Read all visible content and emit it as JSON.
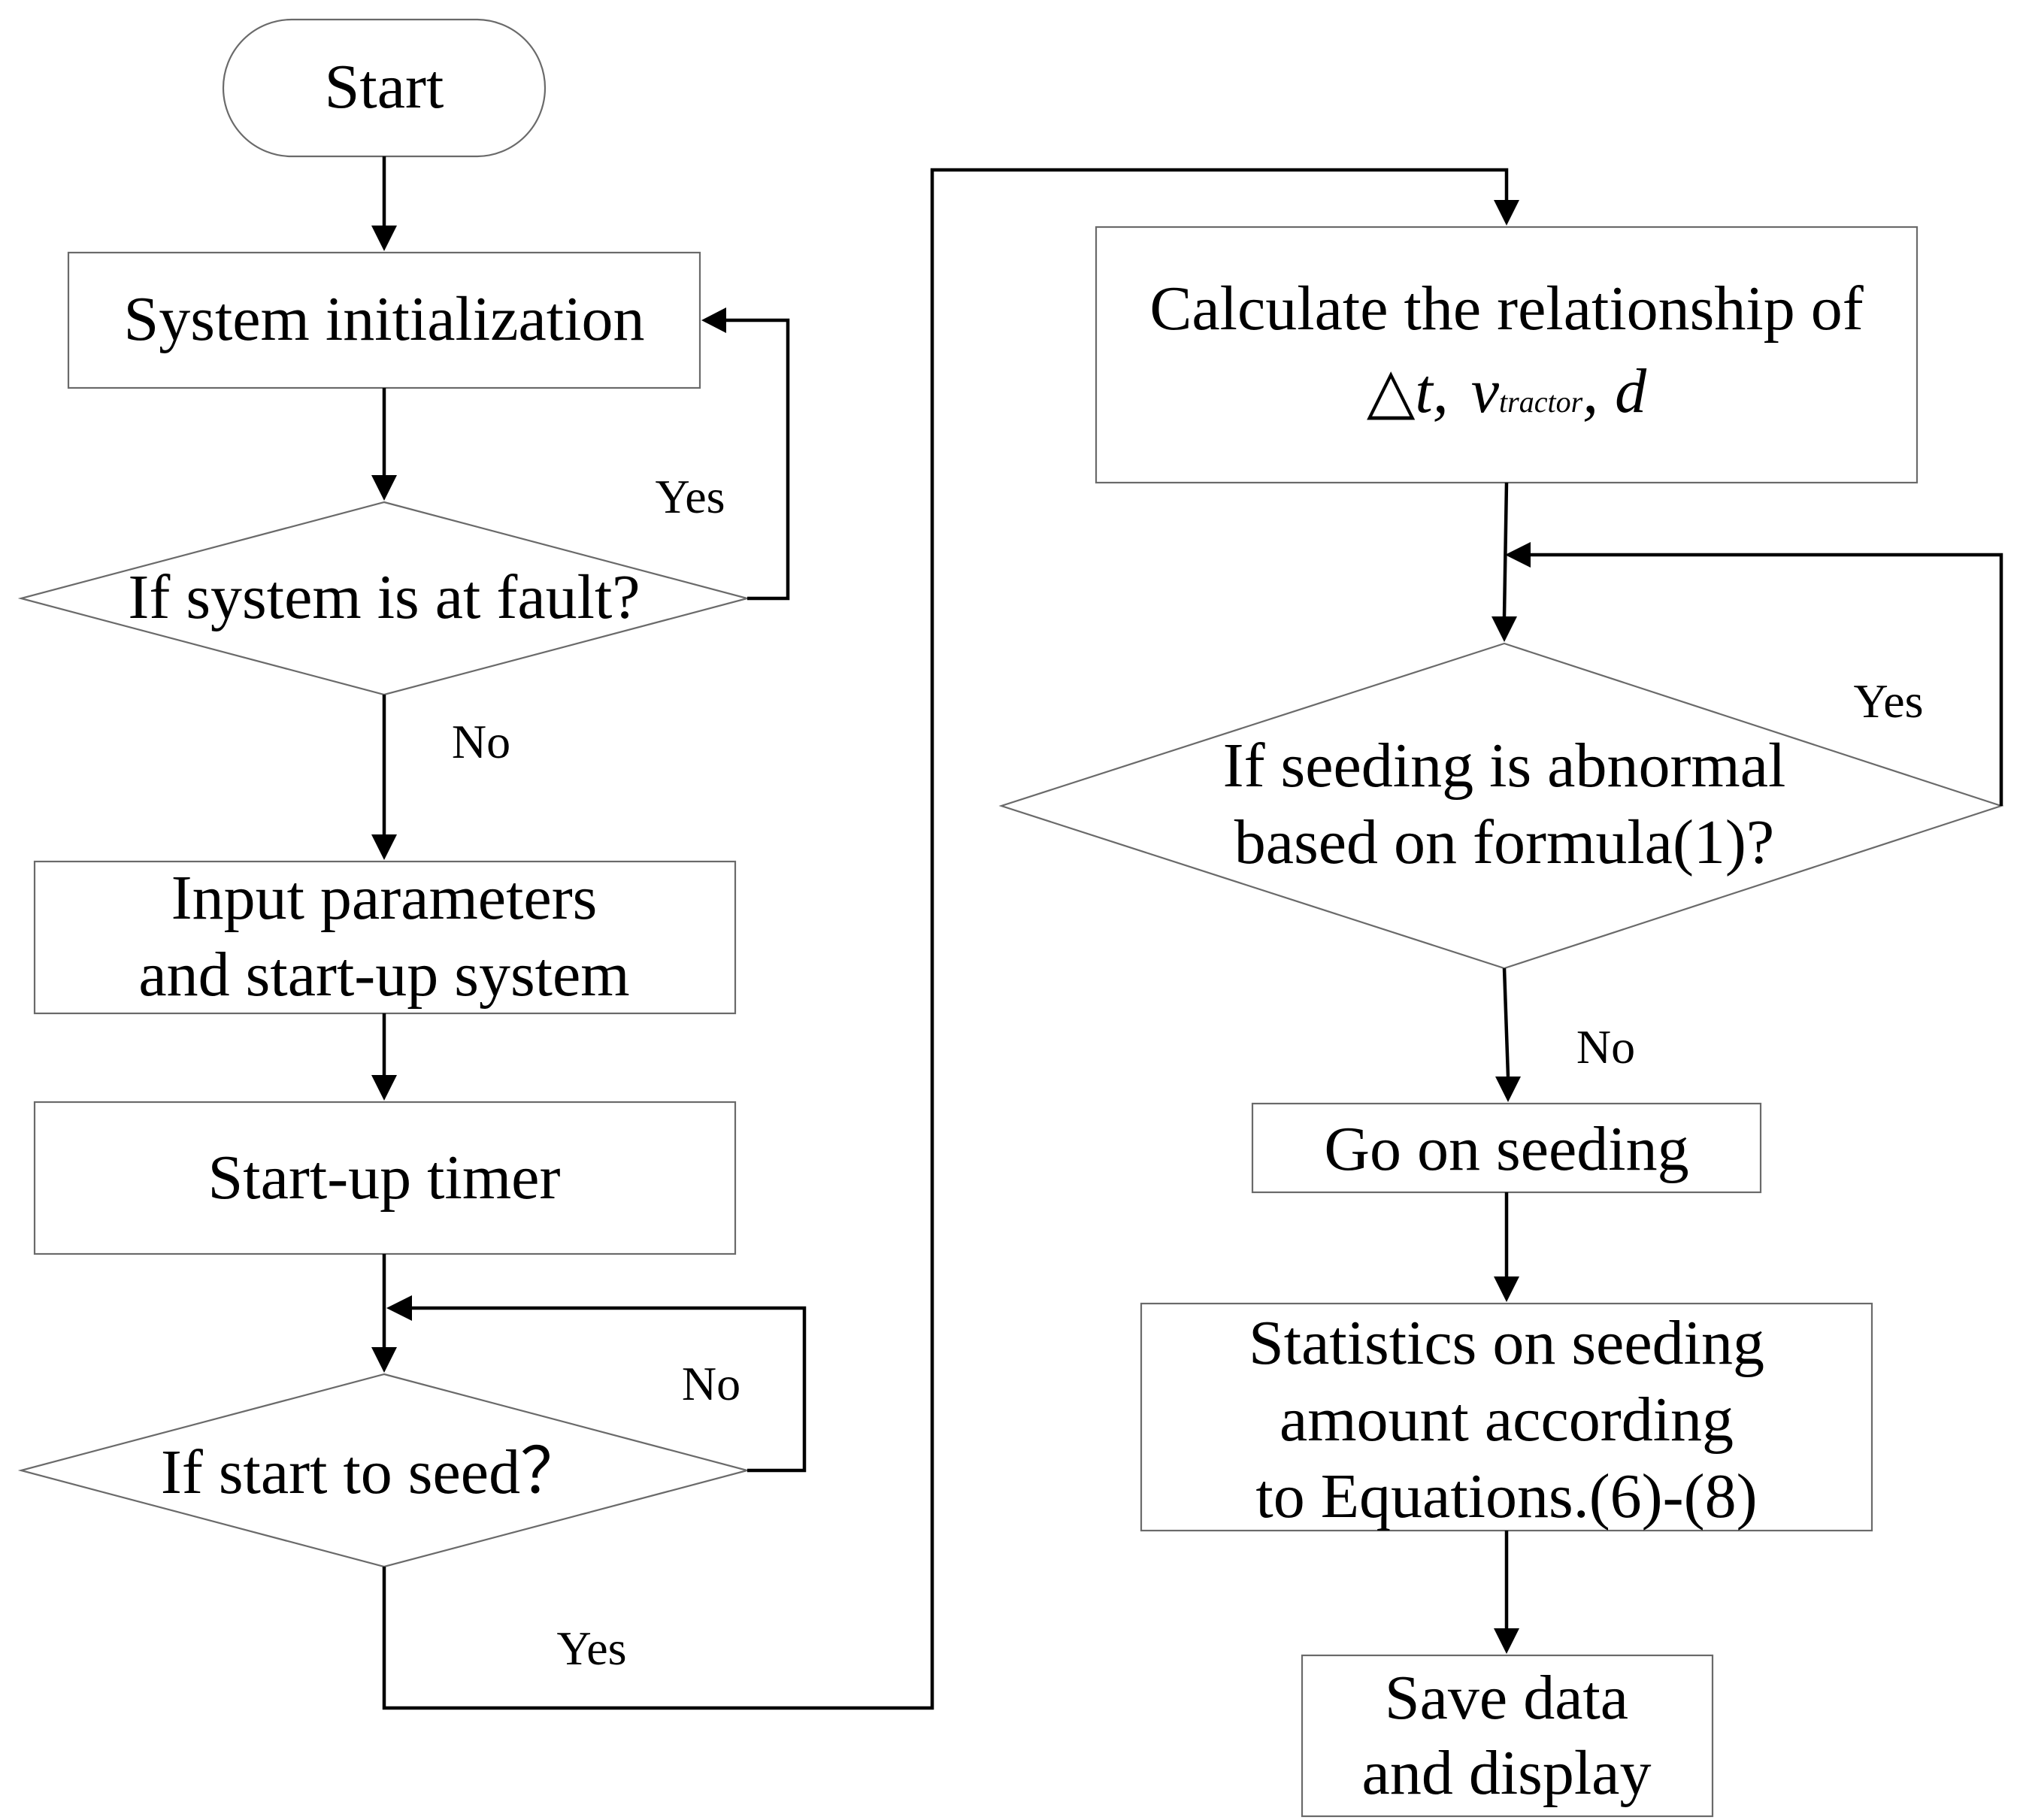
{
  "flowchart": {
    "start": "Start",
    "system_init": "System initialization",
    "fault_check": "If system is at fault?",
    "input_params": [
      "Input parameters",
      "and start-up system"
    ],
    "startup_timer": "Start-up timer",
    "seed_check": "If start to seed？",
    "calc": {
      "line1": "Calculate the relationship of",
      "delta_t": "△t,",
      "v": "v",
      "v_sub": "tractor",
      "comma": ",",
      "d": "d"
    },
    "abnormal_check": [
      "If seeding is abnormal",
      "based on formula(1)?"
    ],
    "go_on": "Go on seeding",
    "statistics": [
      "Statistics on seeding",
      "amount according",
      "to Equations.(6)-(8)"
    ],
    "save": [
      "Save data",
      "and display"
    ]
  },
  "edge_labels": {
    "fault_yes": "Yes",
    "fault_no": "No",
    "seed_no": "No",
    "seed_yes": "Yes",
    "abnormal_yes": "Yes",
    "abnormal_no": "No"
  }
}
